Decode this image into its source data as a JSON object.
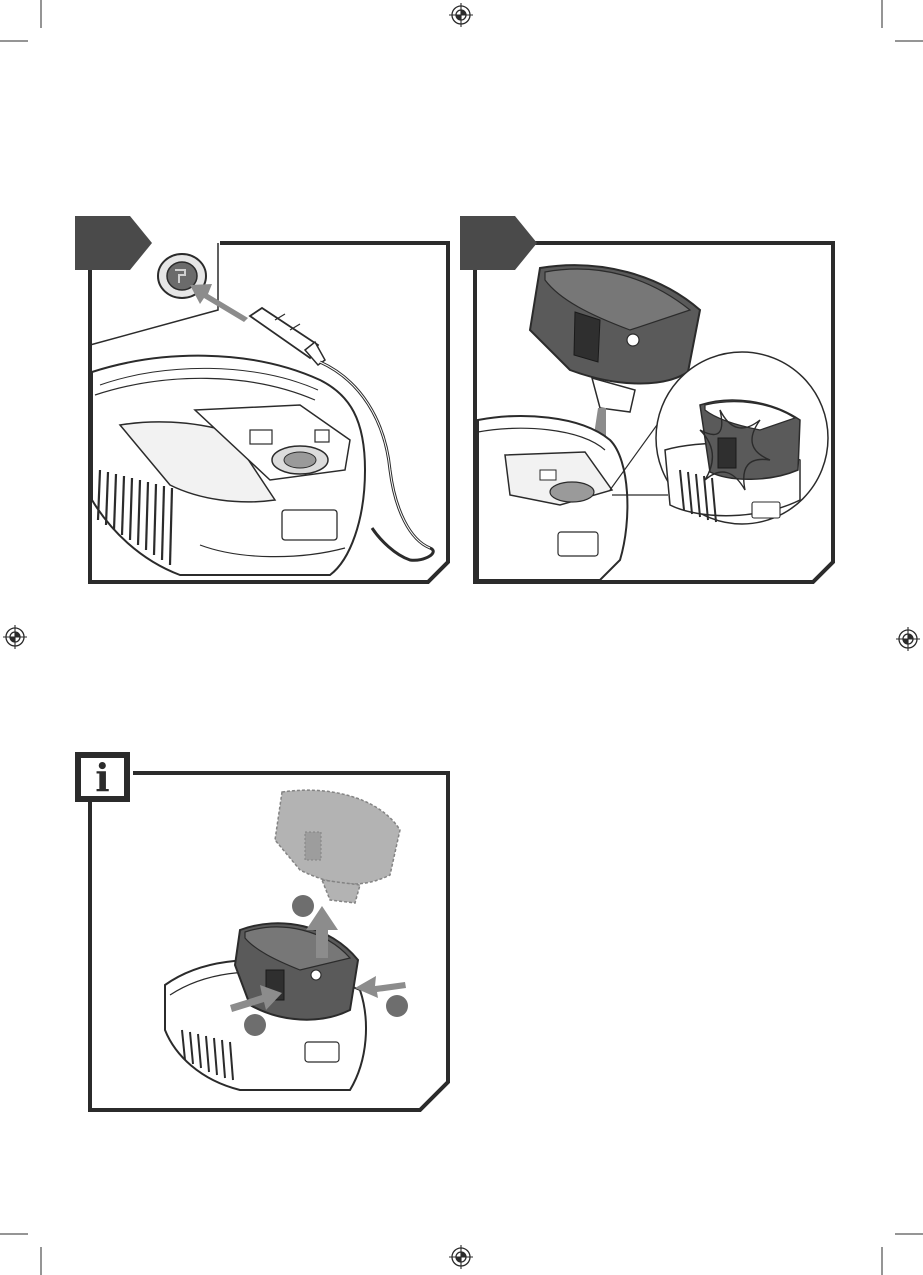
{
  "page": {
    "background": "#ffffff",
    "ink_color": "#2b2b2b",
    "tab_color": "#4a4a4a",
    "arrow_color": "#8c8c8c"
  },
  "figures": [
    {
      "id": "figure-1",
      "description_icon": "car-socket-plug-in-illustration"
    },
    {
      "id": "figure-2",
      "description_icon": "battery-insert-illustration"
    },
    {
      "id": "figure-info",
      "description_icon": "battery-removal-illustration"
    }
  ],
  "info_box": {
    "glyph": "i",
    "icon": "info-icon"
  },
  "icons": {
    "registration_mark": "registration-mark-icon"
  }
}
